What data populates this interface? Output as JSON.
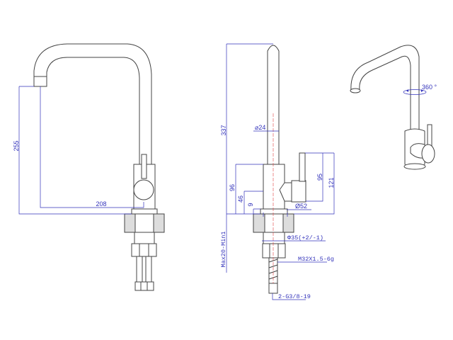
{
  "front_view": {
    "dims": {
      "height_under_spout": "255",
      "reach": "208"
    }
  },
  "side_view": {
    "dims": {
      "total_height": "337",
      "spout_diameter": "⌀24",
      "body_height": "96",
      "handle_axis_height": "46",
      "base_height": "9",
      "handle_height": "95",
      "handle_top_height": "121",
      "base_diameter": "Ø52",
      "hole_diameter": "Φ35(+2/-1)",
      "thread": "M32X1.5-6g",
      "countertop_thickness": "Max20-Min1",
      "hose_thread": "2-G3/8-19"
    }
  },
  "perspective_view": {
    "rotation": "360 °"
  },
  "colors": {
    "dimension": "#3333bb",
    "outline": "#444444",
    "centerline": "#e04040"
  }
}
